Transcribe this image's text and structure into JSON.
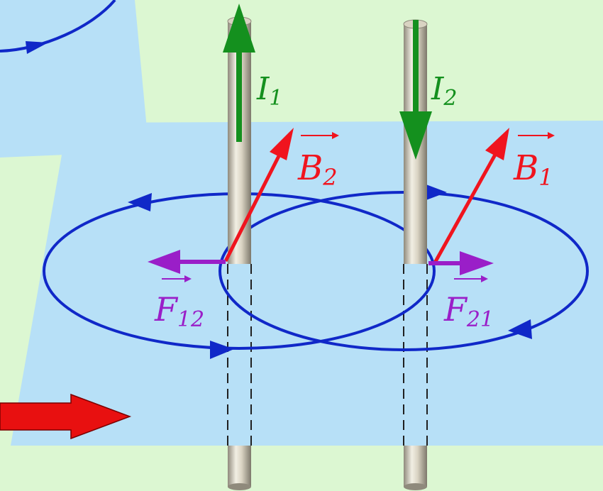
{
  "labels": {
    "current_1": {
      "main": "I",
      "sub": "1"
    },
    "current_2": {
      "main": "I",
      "sub": "2"
    },
    "field_2": {
      "main": "B",
      "sub": "2"
    },
    "field_1": {
      "main": "B",
      "sub": "1"
    },
    "force_12": {
      "main": "F",
      "sub": "12"
    },
    "force_21": {
      "main": "F",
      "sub": "21"
    }
  },
  "colors": {
    "background": "#dcf7d2",
    "plane": "#b7e0f7",
    "current": "#14901e",
    "field": "#f0141e",
    "force": "#9a1ec8",
    "field_lines": "#1028c8",
    "wire": "#c9c1ad",
    "big_arrow": "#e81010"
  }
}
